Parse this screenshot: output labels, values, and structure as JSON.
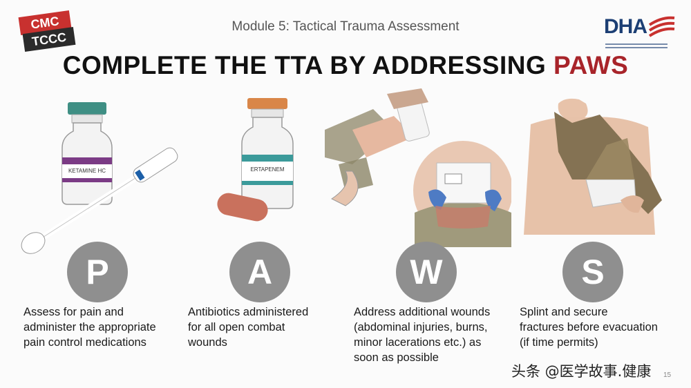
{
  "badge": {
    "line1": "CMC",
    "line2": "TCCC"
  },
  "logo": {
    "text": "DHA"
  },
  "header": {
    "module": "Module 5: Tactical Trauma Assessment",
    "title_main": "COMPLETE THE TTA BY ADDRESSING ",
    "title_accent": "PAWS"
  },
  "labels": {
    "ketamine": "KETAMINE HC",
    "antibiotic": "ERTAPENEM"
  },
  "items": [
    {
      "letter": "P",
      "lines": [
        "Assess for pain and",
        "administer the appropriate",
        "pain control medications"
      ]
    },
    {
      "letter": "A",
      "lines": [
        "Antibiotics administered",
        "for all open combat",
        "wounds"
      ]
    },
    {
      "letter": "W",
      "lines": [
        "Address additional wounds",
        "(abdominal injuries, burns,",
        "minor lacerations etc.) as",
        "soon as possible"
      ]
    },
    {
      "letter": "S",
      "lines": [
        "Splint and secure",
        "fractures before evacuation",
        "(if time permits)"
      ]
    }
  ],
  "watermark": "头条 @医学故事.健康",
  "page_number": "15",
  "colors": {
    "accent": "#a8242a",
    "circle": "#8f8f8f",
    "badge_red": "#c8312f",
    "badge_dark": "#2b2b2b",
    "logo_blue": "#1c3f74"
  }
}
